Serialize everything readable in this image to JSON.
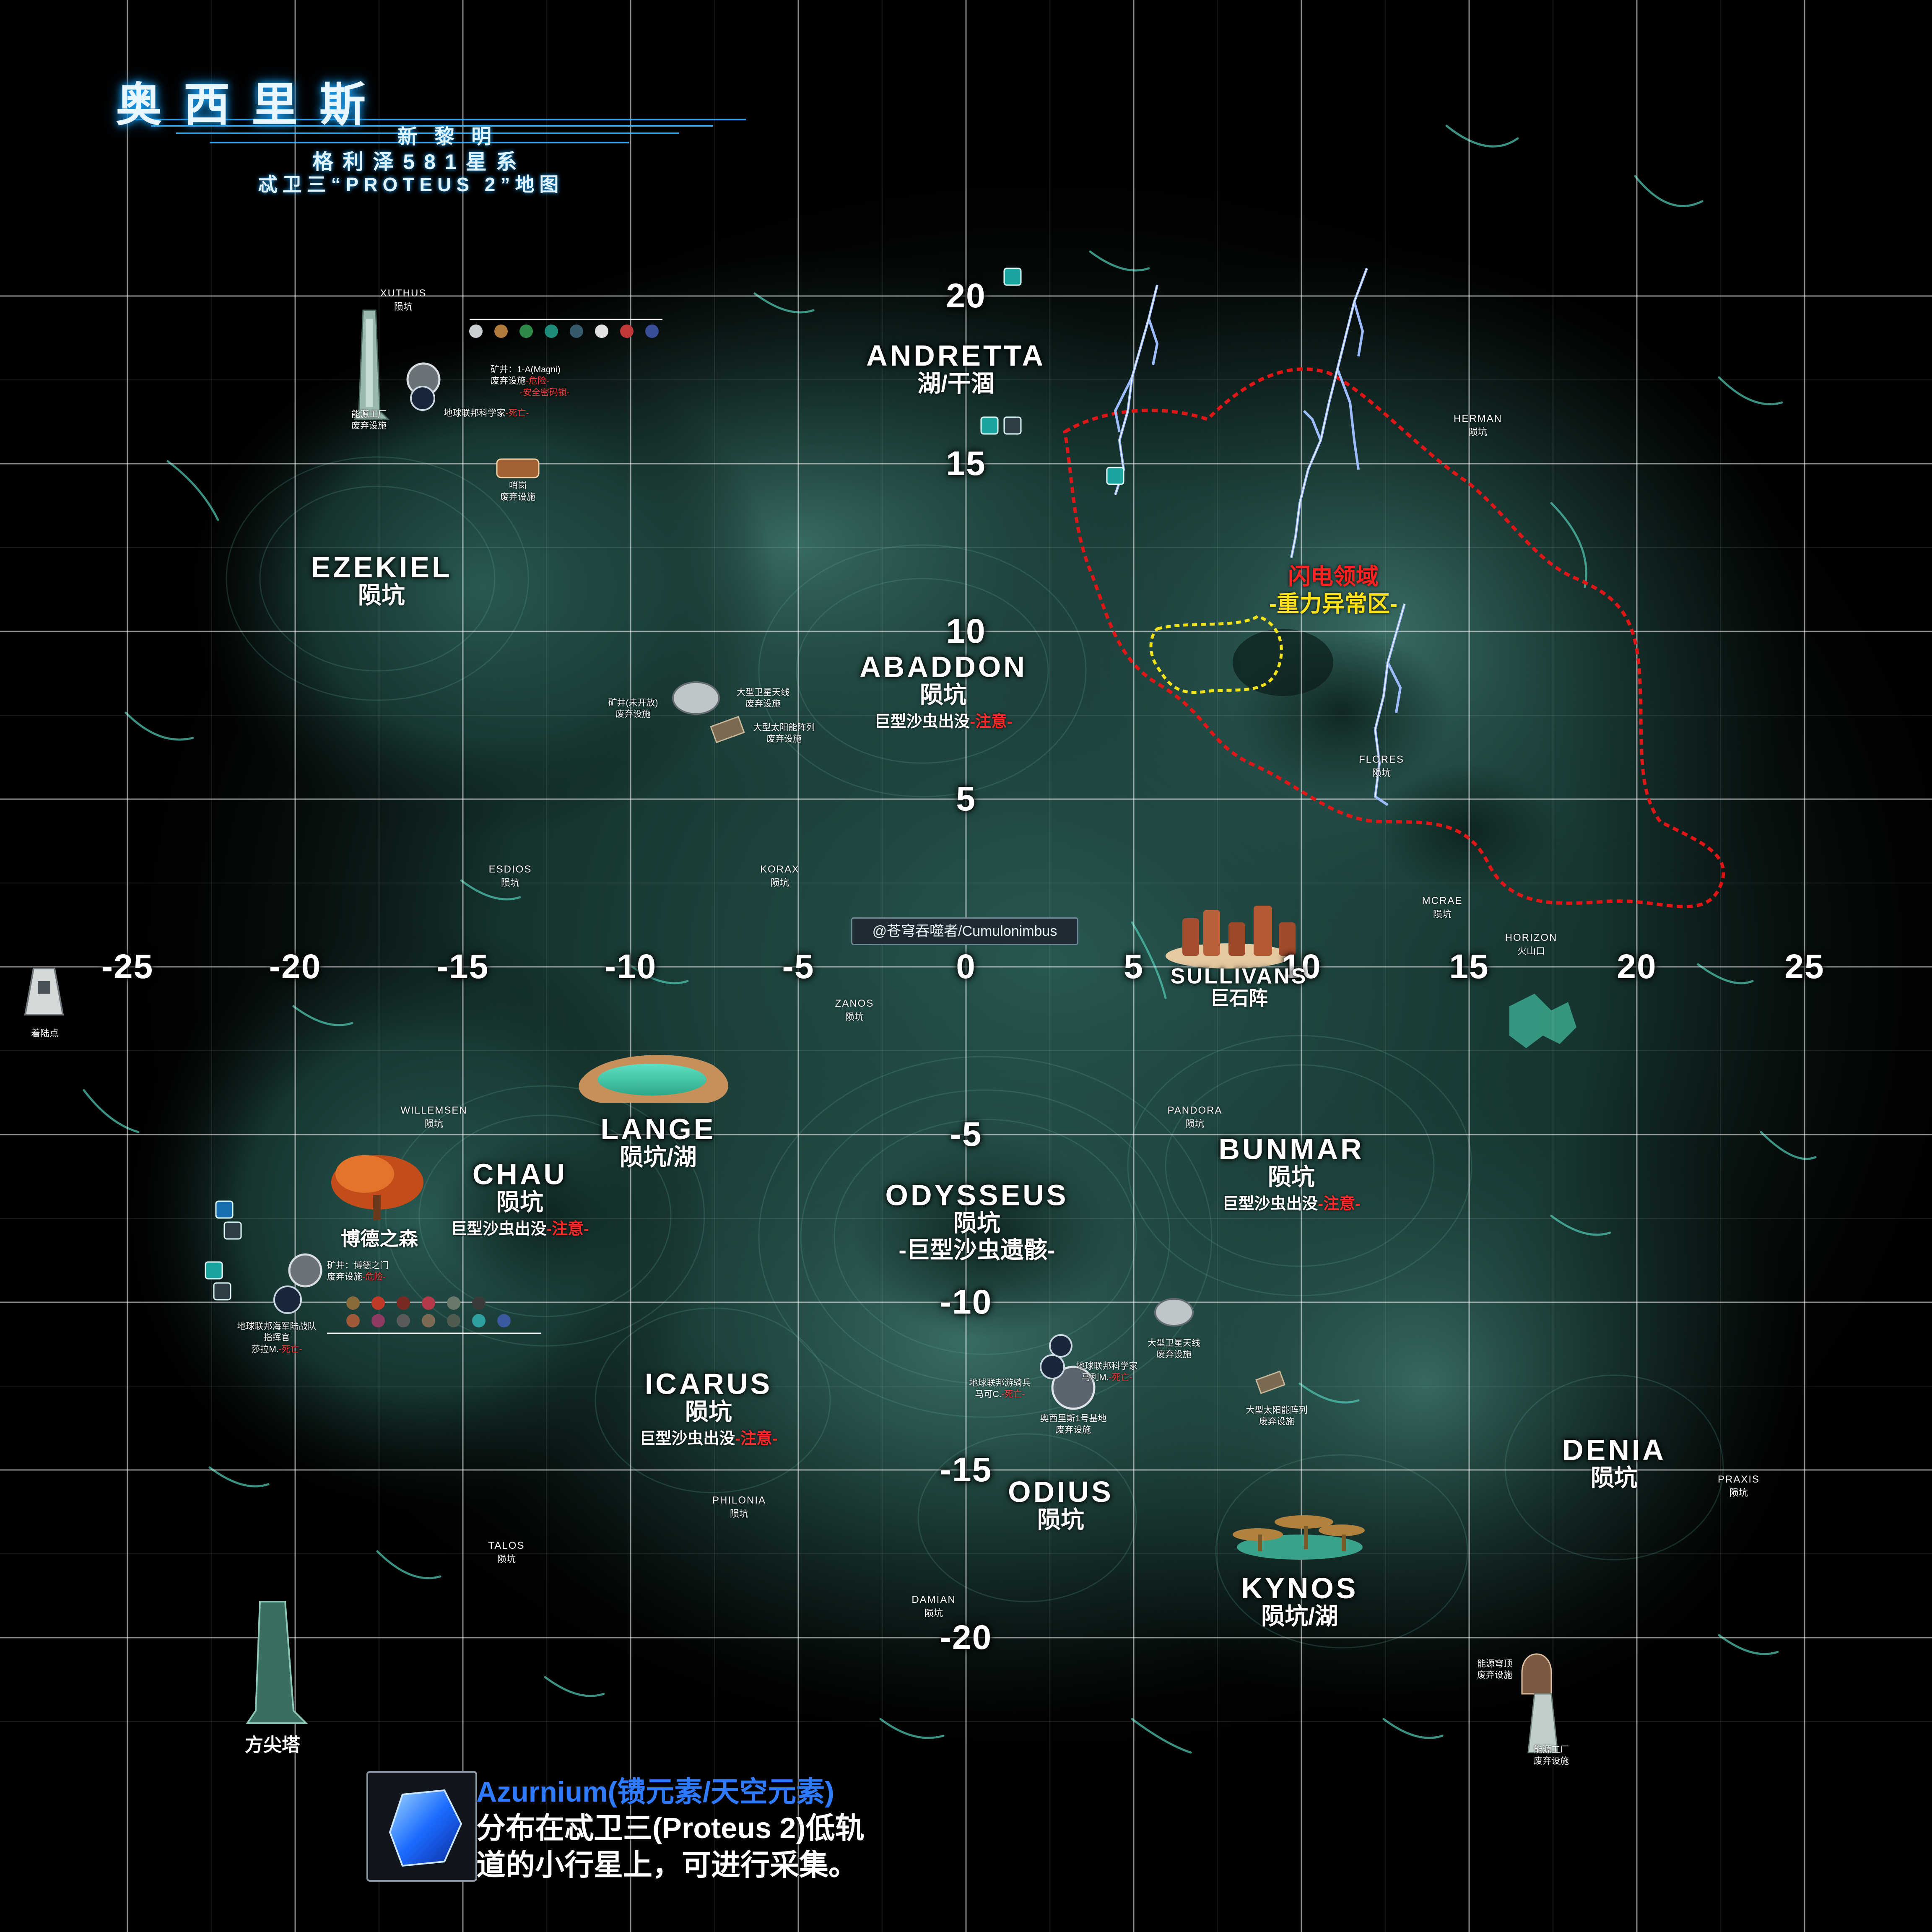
{
  "title": {
    "main": "奥西里斯",
    "line2": "新黎明",
    "line3": "格利泽581星系",
    "line4": "忒卫三“PROTEUS 2”地图"
  },
  "watermark": "@苍穹吞噬者/Cumulonimbus",
  "axes": {
    "x_ticks": [
      "-25",
      "-20",
      "-15",
      "-10",
      "-5",
      "0",
      "5",
      "10",
      "15",
      "20",
      "25"
    ],
    "y_ticks": [
      "20",
      "15",
      "10",
      "5",
      "-5",
      "-10",
      "-15",
      "-20"
    ]
  },
  "regions": {
    "andretta": {
      "name": "ANDRETTA",
      "sub": "湖/干涸"
    },
    "ezekiel": {
      "name": "EZEKIEL",
      "sub": "陨坑"
    },
    "abaddon": {
      "name": "ABADDON",
      "sub": "陨坑",
      "note": "巨型沙虫出没",
      "warn": "-注意-"
    },
    "sullivans": {
      "name": "SULLIVANS",
      "sub": "巨石阵"
    },
    "lange": {
      "name": "LANGE",
      "sub": "陨坑/湖"
    },
    "chau": {
      "name": "CHAU",
      "sub": "陨坑",
      "note": "巨型沙虫出没",
      "warn": "-注意-"
    },
    "odysseus": {
      "name": "ODYSSEUS",
      "sub": "陨坑",
      "note": "-巨型沙虫遗骸-"
    },
    "bunmar": {
      "name": "BUNMAR",
      "sub": "陨坑",
      "note": "巨型沙虫出没",
      "warn": "-注意-"
    },
    "icarus": {
      "name": "ICARUS",
      "sub": "陨坑",
      "note": "巨型沙虫出没",
      "warn": "-注意-"
    },
    "odius": {
      "name": "ODIUS",
      "sub": "陨坑"
    },
    "denia": {
      "name": "DENIA",
      "sub": "陨坑"
    },
    "kynos": {
      "name": "KYNOS",
      "sub": "陨坑/湖"
    }
  },
  "small_craters": {
    "xuthus": {
      "name": "XUTHUS",
      "sub": "陨坑"
    },
    "herman": {
      "name": "HERMAN",
      "sub": "陨坑"
    },
    "flores": {
      "name": "FLORES",
      "sub": "陨坑"
    },
    "esdios": {
      "name": "ESDIOS",
      "sub": "陨坑"
    },
    "korax": {
      "name": "KORAX",
      "sub": "陨坑"
    },
    "mcrae": {
      "name": "MCRAE",
      "sub": "陨坑"
    },
    "horizon": {
      "name": "HORIZON",
      "sub": "火山口"
    },
    "zanos": {
      "name": "ZANOS",
      "sub": "陨坑"
    },
    "willemsen": {
      "name": "WILLEMSEN",
      "sub": "陨坑"
    },
    "pandora": {
      "name": "PANDORA",
      "sub": "陨坑"
    },
    "philonia": {
      "name": "PHILONIA",
      "sub": "陨坑"
    },
    "talos": {
      "name": "TALOS",
      "sub": "陨坑"
    },
    "damian": {
      "name": "DAMIAN",
      "sub": "陨坑"
    },
    "praxis": {
      "name": "PRAXIS",
      "sub": "陨坑"
    }
  },
  "zones": {
    "lightning": "闪电领域",
    "gravity": "-重力异常区-"
  },
  "landmarks": {
    "bode_forest": "博德之森",
    "obelisk": "方尖塔",
    "landing": "着陆点"
  },
  "facilities": {
    "energy_factory_nw": [
      "能源工厂",
      "废弃设施"
    ],
    "mine_magni": [
      "矿井：1-A(Magni)",
      "废弃设施",
      "-危险-",
      "-安全密码锁-"
    ],
    "scientist_nw": [
      "地球联邦科学家",
      "-死亡-"
    ],
    "outpost": [
      "哨岗",
      "废弃设施"
    ],
    "mine_unopened": [
      "矿井(未开放)",
      "废弃设施"
    ],
    "sat_antenna_n": [
      "大型卫星天线",
      "废弃设施"
    ],
    "solar_array_n": [
      "大型太阳能阵列",
      "废弃设施"
    ],
    "mine_bode": [
      "矿井：博德之门",
      "废弃设施",
      "-危险-"
    ],
    "marine_commander": [
      "地球联邦海军陆战队",
      "指挥官",
      "莎拉M.",
      "-死亡-"
    ],
    "ranger": [
      "地球联邦游骑兵",
      "马可C.",
      "-死亡-"
    ],
    "scientist_s": [
      "地球联邦科学家",
      "马利M.",
      "-死亡-"
    ],
    "base_1": [
      "奥西里斯1号基地",
      "废弃设施"
    ],
    "sat_antenna_s": [
      "大型卫星天线",
      "废弃设施"
    ],
    "solar_array_s": [
      "大型太阳能阵列",
      "废弃设施"
    ],
    "energy_dome": [
      "能源穹顶",
      "废弃设施"
    ],
    "energy_factory_se": [
      "能源工厂",
      "废弃设施"
    ]
  },
  "resource": {
    "title": "Azurnium(镄元素/天空元素)",
    "line1": "分布在忒卫三(Proteus 2)低轨",
    "line2": "道的小行星上，可进行采集。"
  },
  "colors": {
    "terrain": "#1f4a44",
    "grid": "#ffffff",
    "lightning_zone": "#e01515",
    "gravity_zone": "#f2e21a",
    "lightning_bolt": "#8fb4ff",
    "ice_streaks": "#4fc3ae"
  }
}
